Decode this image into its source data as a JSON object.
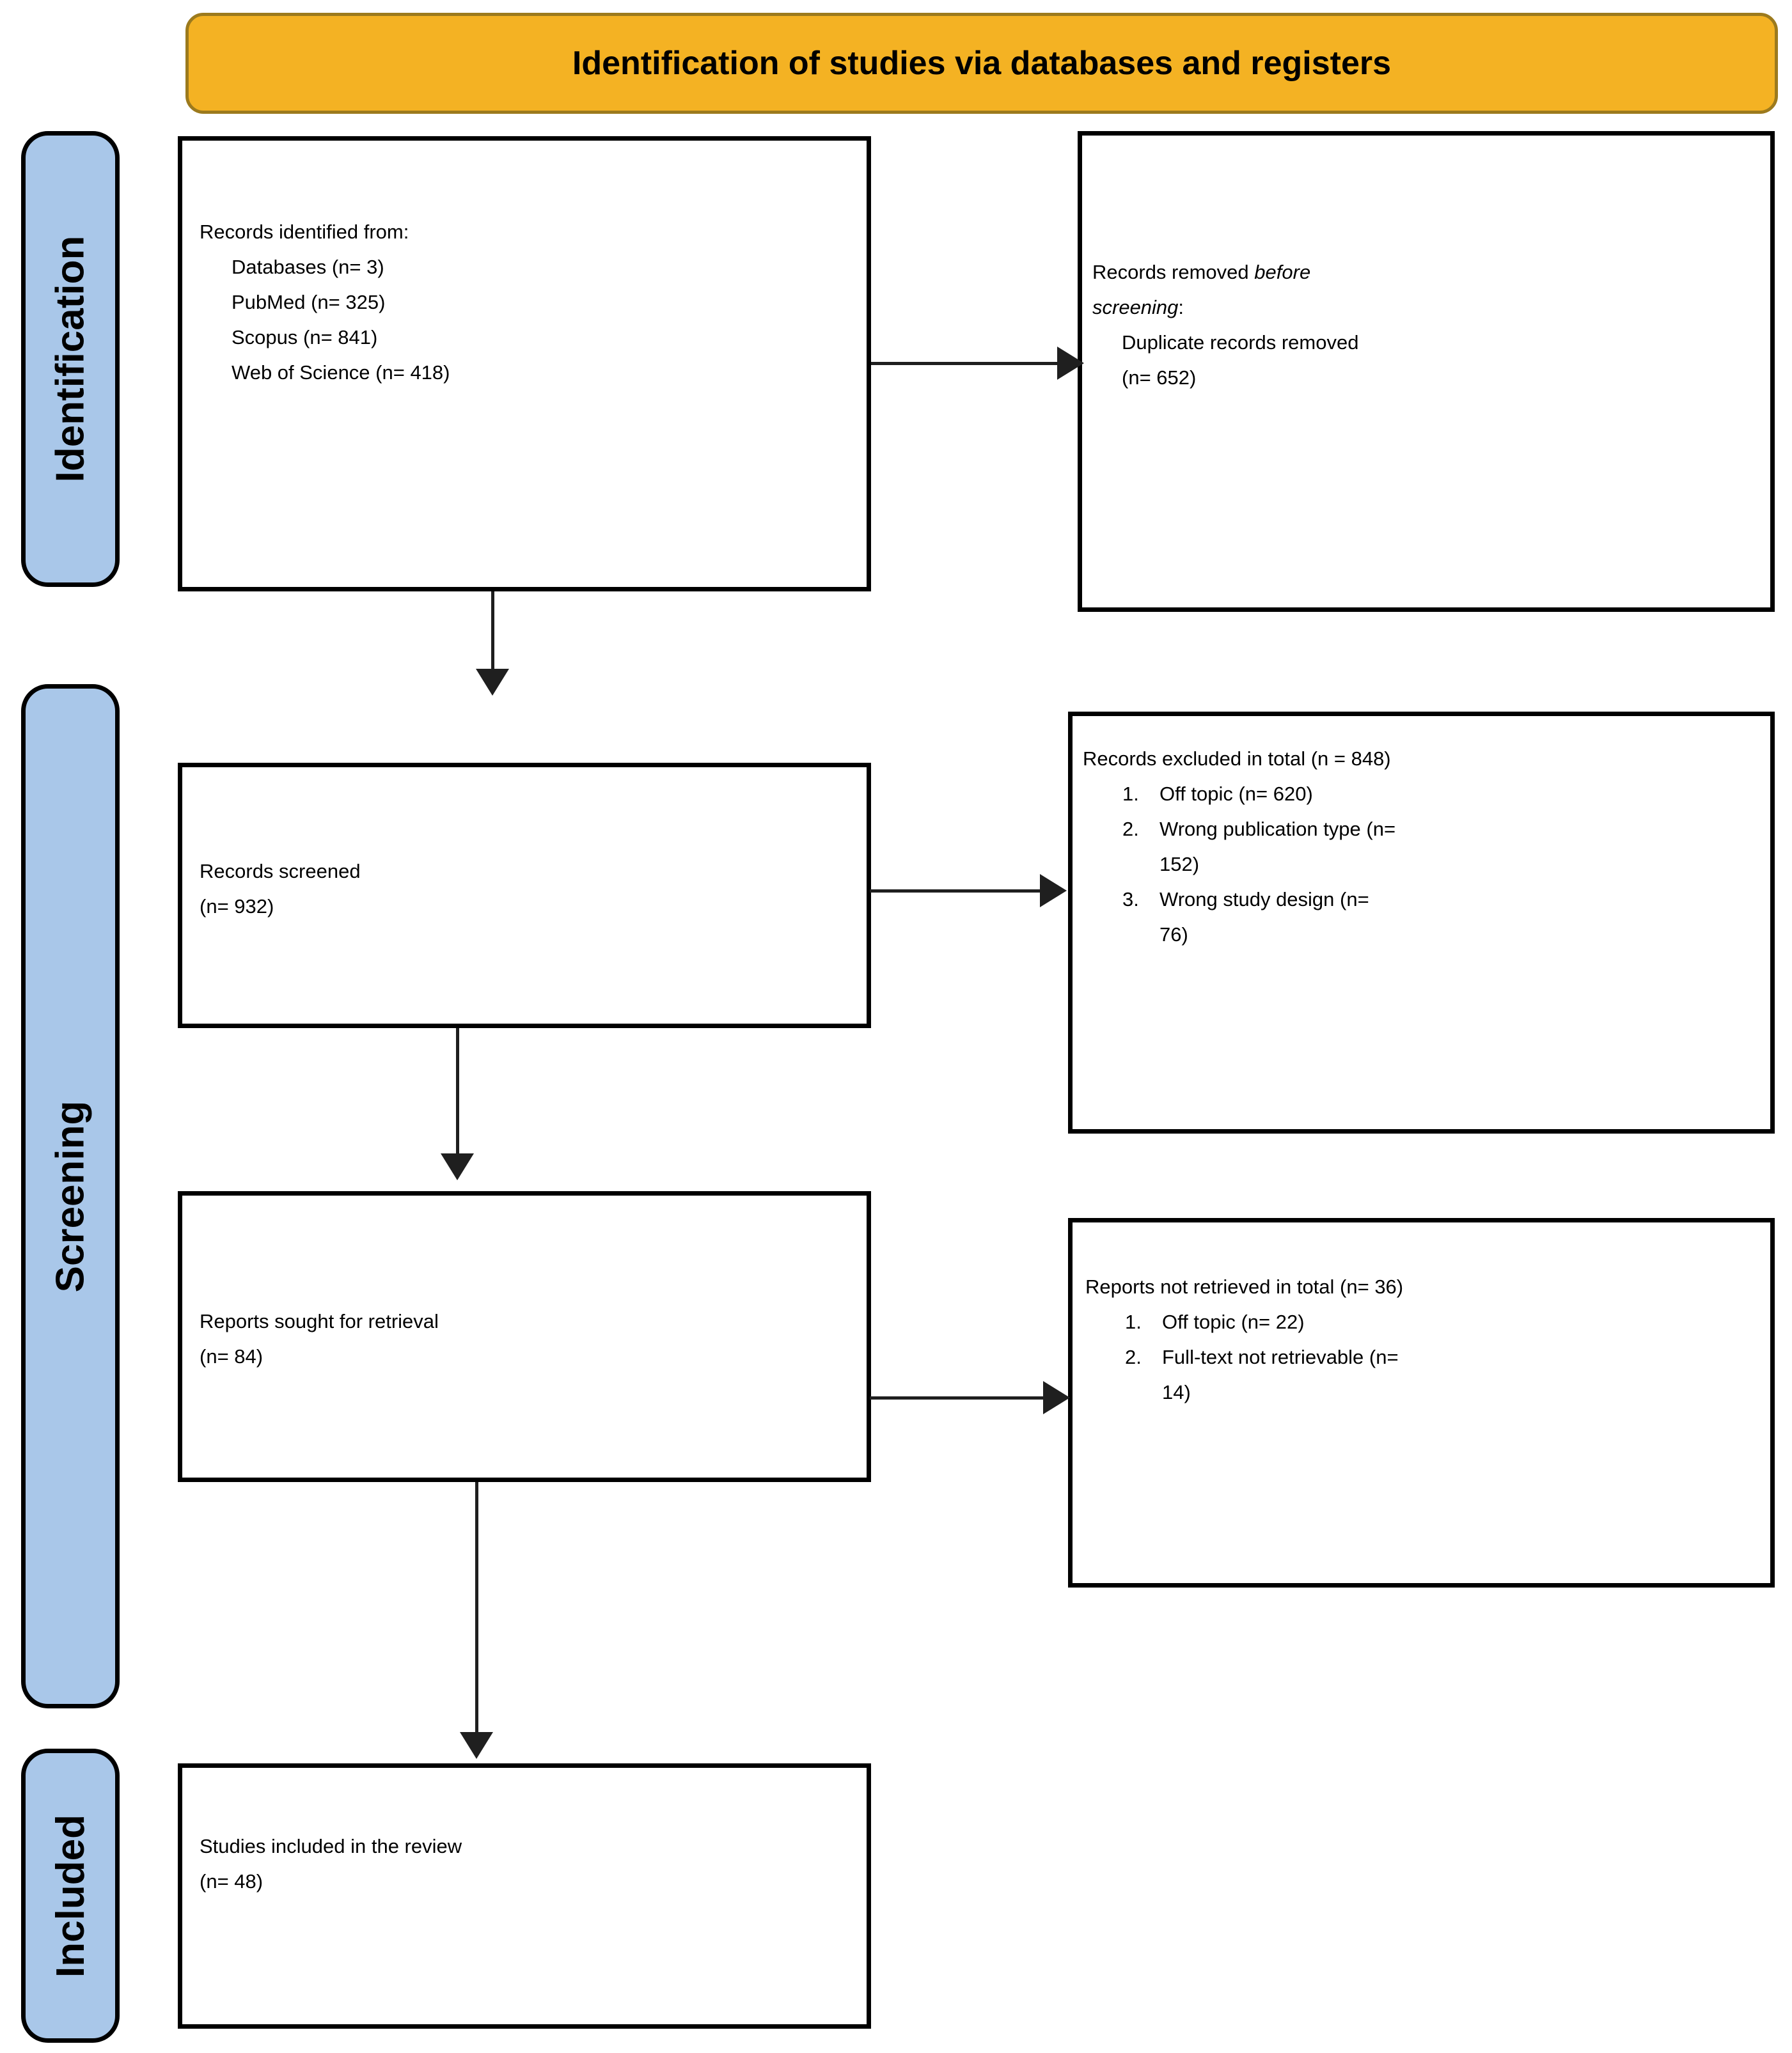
{
  "header": {
    "title": "Identification of studies via databases and registers"
  },
  "sidebar": {
    "stages": [
      {
        "label": "Identification"
      },
      {
        "label": "Screening"
      },
      {
        "label": "Included"
      }
    ]
  },
  "boxes": {
    "records_identified": {
      "intro": "Records identified from:",
      "items": [
        "Databases (n= 3)",
        "PubMed (n= 325)",
        "Scopus (n= 841)",
        "Web of Science (n= 418)"
      ]
    },
    "records_removed": {
      "intro_prefix": "Records removed ",
      "intro_italic": "before screening",
      "intro_suffix": ":",
      "items": [
        "Duplicate records removed (n= 652)"
      ]
    },
    "records_screened": {
      "lines": [
        "Records screened",
        "(n= 932)"
      ]
    },
    "records_excluded": {
      "intro": "Records excluded in total (n = 848)",
      "list": [
        {
          "num": "1.",
          "text": "Off topic (n= 620)"
        },
        {
          "num": "2.",
          "text": "Wrong publication type (n= 152)"
        },
        {
          "num": "3.",
          "text": "Wrong study design (n= 76)"
        }
      ]
    },
    "reports_sought": {
      "lines": [
        "Reports sought for retrieval",
        "(n= 84)"
      ]
    },
    "reports_not_retrieved": {
      "intro": "Reports not retrieved in total (n= 36)",
      "list": [
        {
          "num": "1.",
          "text": "Off topic (n= 22)"
        },
        {
          "num": "2.",
          "text": "Full-text not retrievable (n= 14)"
        }
      ]
    },
    "studies_included": {
      "lines": [
        "Studies included in the review",
        "(n= 48)"
      ]
    }
  },
  "colors": {
    "header_fill": "#F4B223",
    "header_border": "#9C7A1D",
    "stage_fill": "#A9C7E9",
    "box_border": "#000000",
    "arrow": "#1F1F1F"
  }
}
